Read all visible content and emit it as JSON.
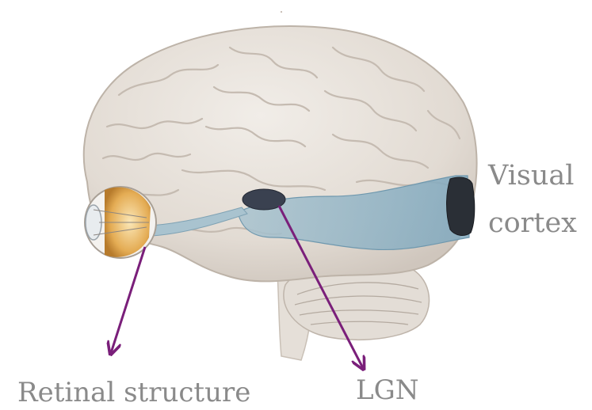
{
  "labels": {
    "visual_cortex_line1": "Visual",
    "visual_cortex_line2": "cortex",
    "lgn": "LGN",
    "retinal_structure": "Retinal structure"
  },
  "colors": {
    "brain": "#e9e3dc",
    "visual_pathway": "#86adc2",
    "arrow": "#7a1f7a",
    "label_text": "#8a8a8a",
    "eye": "#e7b35d"
  }
}
